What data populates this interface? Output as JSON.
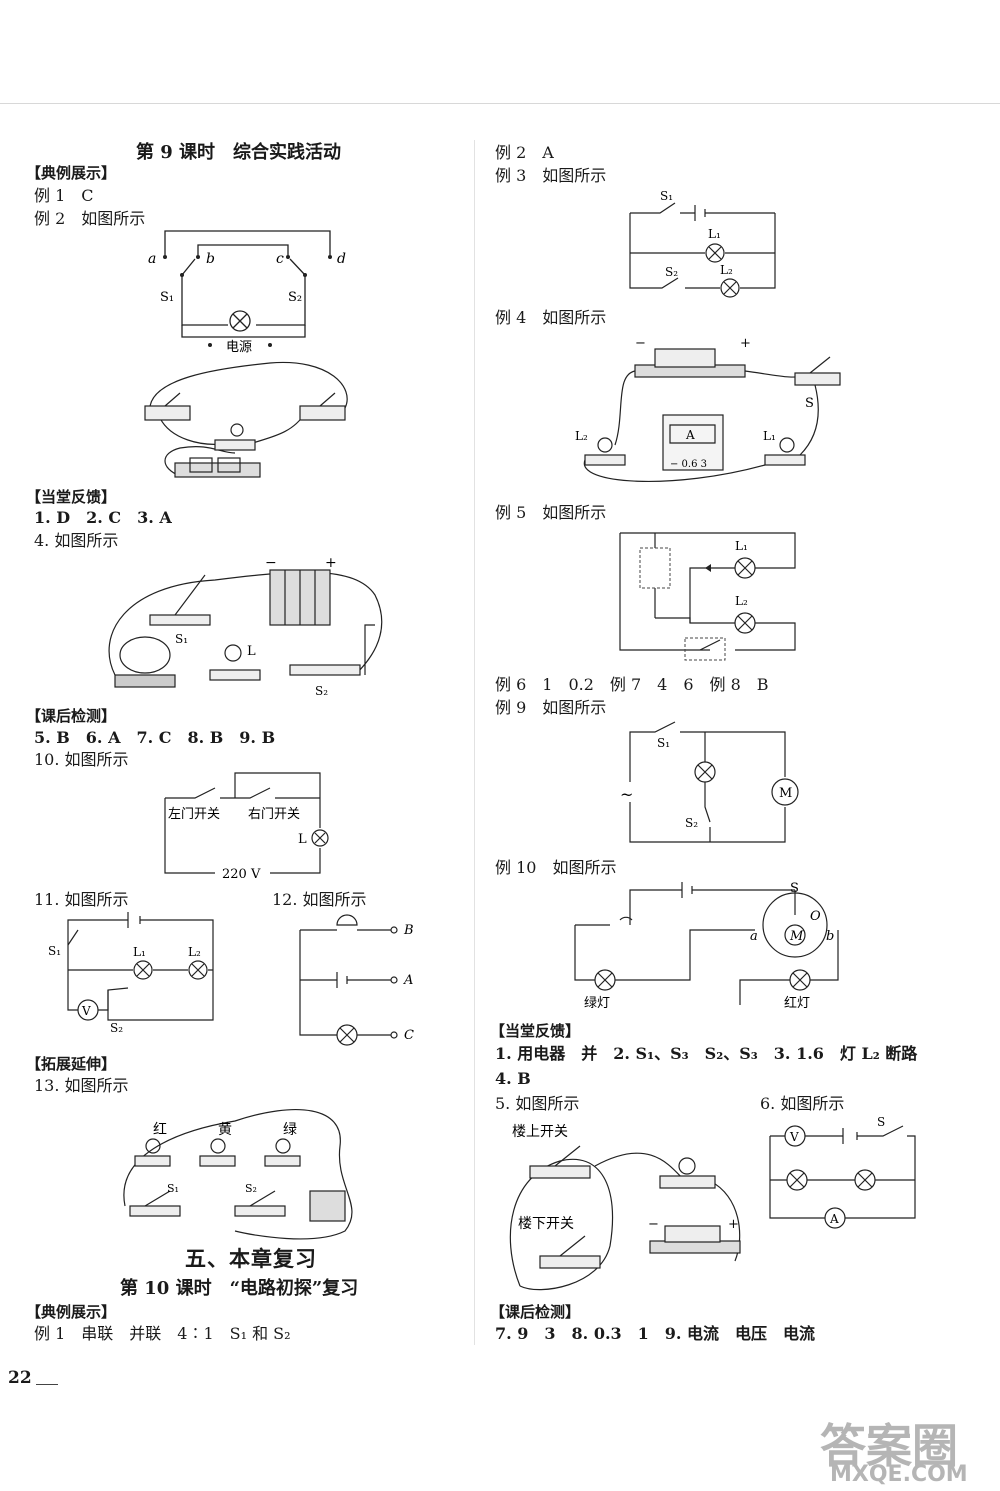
{
  "page_number": "22",
  "left": {
    "lesson_title": "第 9 课时　综合实践活动",
    "sec_examples": "【典例展示】",
    "ex1": "例 1　C",
    "ex2": "例 2　如图所示",
    "sec_feedback": "【当堂反馈】",
    "fb1": "1. D　2. C　3. A",
    "fb4": "4.  如图所示",
    "sec_after": "【课后检测】",
    "af1": "5. B　6. A　7. C　8. B　9. B",
    "af10": "10.  如图所示",
    "af11": "11.  如图所示",
    "af12": "12.  如图所示",
    "sec_extend": "【拓展延伸】",
    "ext13": "13.  如图所示",
    "chapter": "五、本章复习",
    "lesson10": "第 10 课时　“电路初探”复习",
    "sec_examples2": "【典例展示】",
    "ex1b": "例 1　串联　并联　4∶1　S₁ 和 S₂"
  },
  "right": {
    "ex2": "例 2　A",
    "ex3": "例 3　如图所示",
    "ex4": "例 4　如图所示",
    "ex5": "例 5　如图所示",
    "ex678": "例 6　1　0.2　例 7　4　6　例 8　B",
    "ex9": "例 9　如图所示",
    "ex10": "例 10　如图所示",
    "sec_feedback": "【当堂反馈】",
    "fb1": "1. 用电器　并　2. S₁、S₃　S₂、S₃　3. 1.6　灯 L₂ 断路",
    "fb4": "4. B",
    "fb5": "5.  如图所示",
    "fb6": "6.  如图所示",
    "sec_after": "【课后检测】",
    "af7": "7. 9　3　8. 0.3　1　9. 电流　电压　电流"
  },
  "labels": {
    "a": "a",
    "b": "b",
    "c": "c",
    "d": "d",
    "S1": "S₁",
    "S2": "S₂",
    "S": "S",
    "L": "L",
    "L1": "L₁",
    "L2": "L₂",
    "power": "电源",
    "left_door": "左门开关",
    "right_door": "右门开关",
    "v220": "220 V",
    "V": "V",
    "A": "A",
    "M": "M",
    "O": "O",
    "B_term": "B",
    "A_term": "A",
    "C_term": "C",
    "red": "红",
    "yellow": "黄",
    "green": "绿",
    "green_lamp": "绿灯",
    "red_lamp": "红灯",
    "upstairs": "楼上开关",
    "downstairs": "楼下开关",
    "plus": "+",
    "minus": "−",
    "ac": "~",
    "meter_range": "− 0.6 3"
  },
  "watermark": {
    "main": "答案圈",
    "sub": "MXQE.COM"
  }
}
